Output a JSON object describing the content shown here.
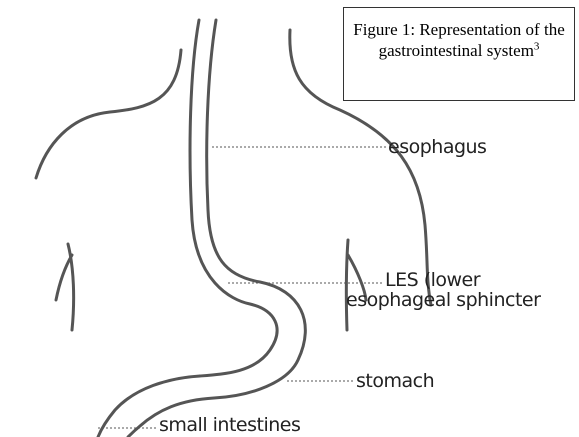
{
  "figure": {
    "caption_prefix": "Figure 1: Representation of the gastrointestinal system",
    "caption_superscript": "3"
  },
  "labels": {
    "esophagus": "esophagus",
    "les_line1": "LES (lower",
    "les_line2": "esophageal sphincter",
    "stomach": "stomach",
    "small_intestines": "small intestines"
  }
}
